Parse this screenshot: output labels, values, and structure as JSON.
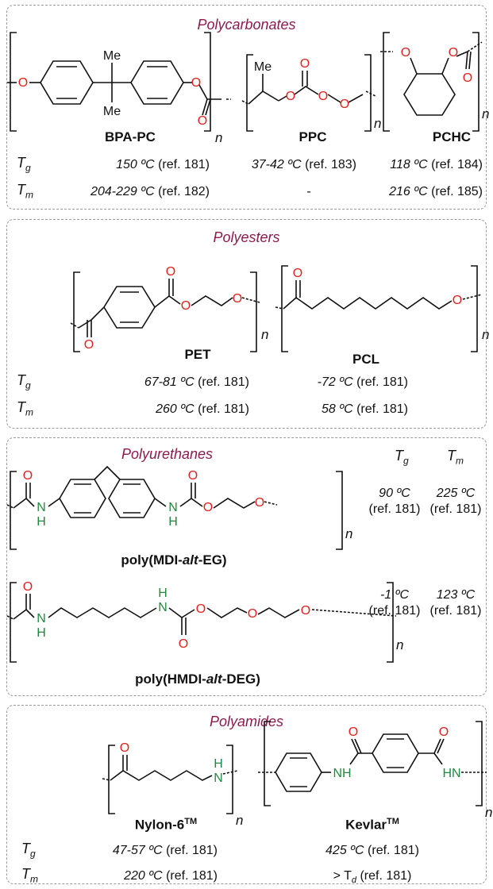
{
  "panels": {
    "polycarbonates": {
      "title": "Polycarbonates",
      "polymers": [
        {
          "name": "BPA-PC",
          "tg": "150 ºC",
          "tg_ref": "(ref. 181)",
          "tm": "204-229 ºC",
          "tm_ref": "(ref. 182)"
        },
        {
          "name": "PPC",
          "tg": "37-42 ºC",
          "tg_ref": "(ref. 183)",
          "tm": "-",
          "tm_ref": ""
        },
        {
          "name": "PCHC",
          "tg": "118 ºC",
          "tg_ref": "(ref. 184)",
          "tm": "216 ºC",
          "tm_ref": "(ref. 185)"
        }
      ]
    },
    "polyesters": {
      "title": "Polyesters",
      "polymers": [
        {
          "name": "PET",
          "tg": "67-81 ºC",
          "tg_ref": "(ref. 181)",
          "tm": "260 ºC",
          "tm_ref": "(ref. 181)"
        },
        {
          "name": "PCL",
          "tg": "-72 ºC",
          "tg_ref": "(ref. 181)",
          "tm": "58 ºC",
          "tm_ref": "(ref. 181)"
        }
      ]
    },
    "polyurethanes": {
      "title": "Polyurethanes",
      "col_tg": "T",
      "col_tm": "T",
      "polymers": [
        {
          "name_prefix": "poly(MDI-",
          "name_italic": "alt",
          "name_suffix": "-EG)",
          "tg": "90 ºC",
          "tg_ref": "(ref. 181)",
          "tm": "225 ºC",
          "tm_ref": "(ref. 181)"
        },
        {
          "name_prefix": "poly(HMDI-",
          "name_italic": "alt",
          "name_suffix": "-DEG)",
          "tg": "-1 ºC",
          "tg_ref": "(ref. 181)",
          "tm": "123 ºC",
          "tm_ref": "(ref. 181)"
        }
      ]
    },
    "polyamides": {
      "title": "Polyamides",
      "polymers": [
        {
          "name": "Nylon-6",
          "sup": "TM",
          "tg": "47-57 ºC",
          "tg_ref": "(ref. 181)",
          "tm": "220 ºC",
          "tm_ref": "(ref. 181)"
        },
        {
          "name": "Kevlar",
          "sup": "TM",
          "tg": "425 ºC",
          "tg_ref": "(ref. 181)",
          "tm": "> T",
          "tm_sub": "d",
          "tm_ref": "(ref. 181)"
        }
      ]
    }
  },
  "symbols": {
    "t": "T",
    "g": "g",
    "m": "m",
    "n": "n"
  },
  "atoms": {
    "me": "Me",
    "o": "O",
    "h": "H",
    "nh": "NH",
    "hn": "HN",
    "n_atom": "N"
  },
  "colors": {
    "title": "#8b1a4f",
    "oxygen": "#e3211c",
    "nitrogen": "#1f8a3b",
    "border": "#9a9a9a"
  }
}
